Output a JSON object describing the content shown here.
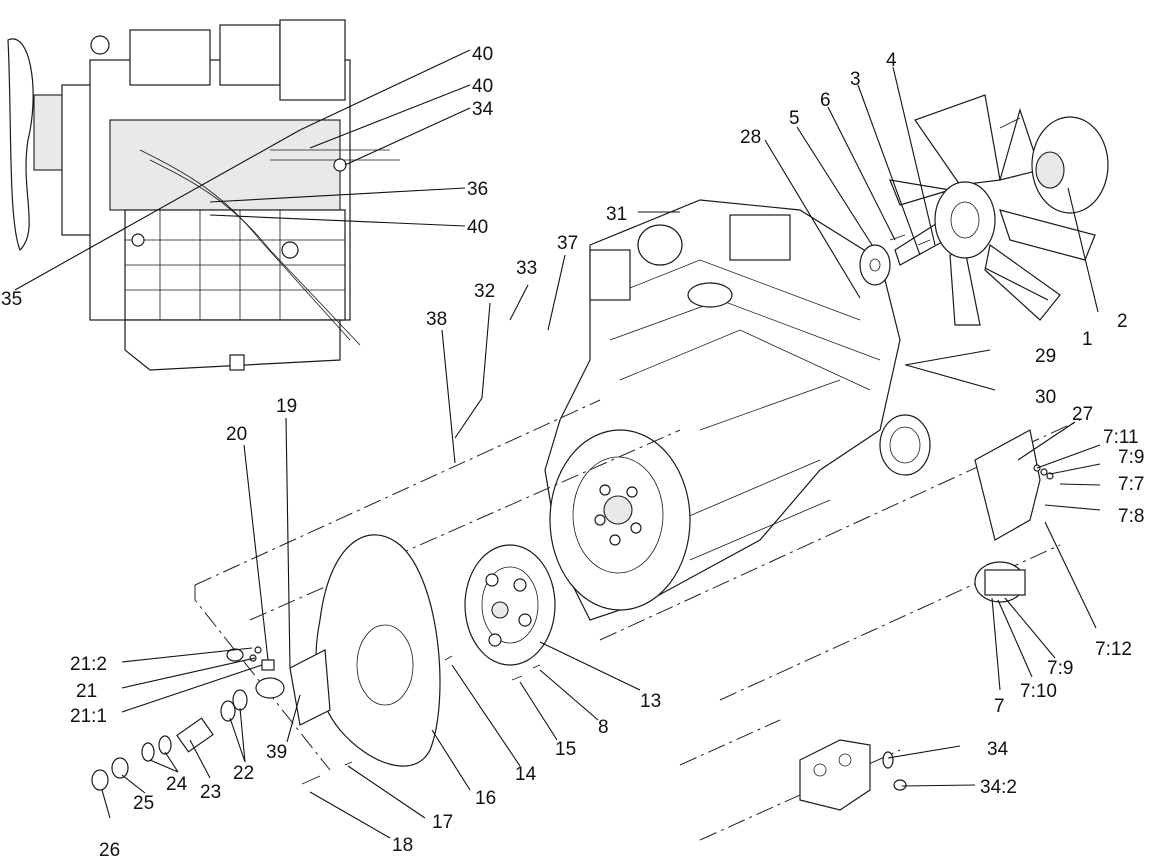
{
  "callouts": [
    "1",
    "2",
    "3",
    "4",
    "5",
    "6",
    "7",
    "7:7",
    "7:8",
    "7:9",
    "7:9",
    "7:10",
    "7:11",
    "7:12",
    "8",
    "13",
    "14",
    "15",
    "16",
    "17",
    "18",
    "19",
    "20",
    "21",
    "21:1",
    "21:2",
    "22",
    "23",
    "24",
    "25",
    "26",
    "27",
    "28",
    "29",
    "30",
    "31",
    "32",
    "33",
    "34",
    "34",
    "34:2",
    "35",
    "36",
    "37",
    "38",
    "39",
    "40",
    "40",
    "40"
  ]
}
